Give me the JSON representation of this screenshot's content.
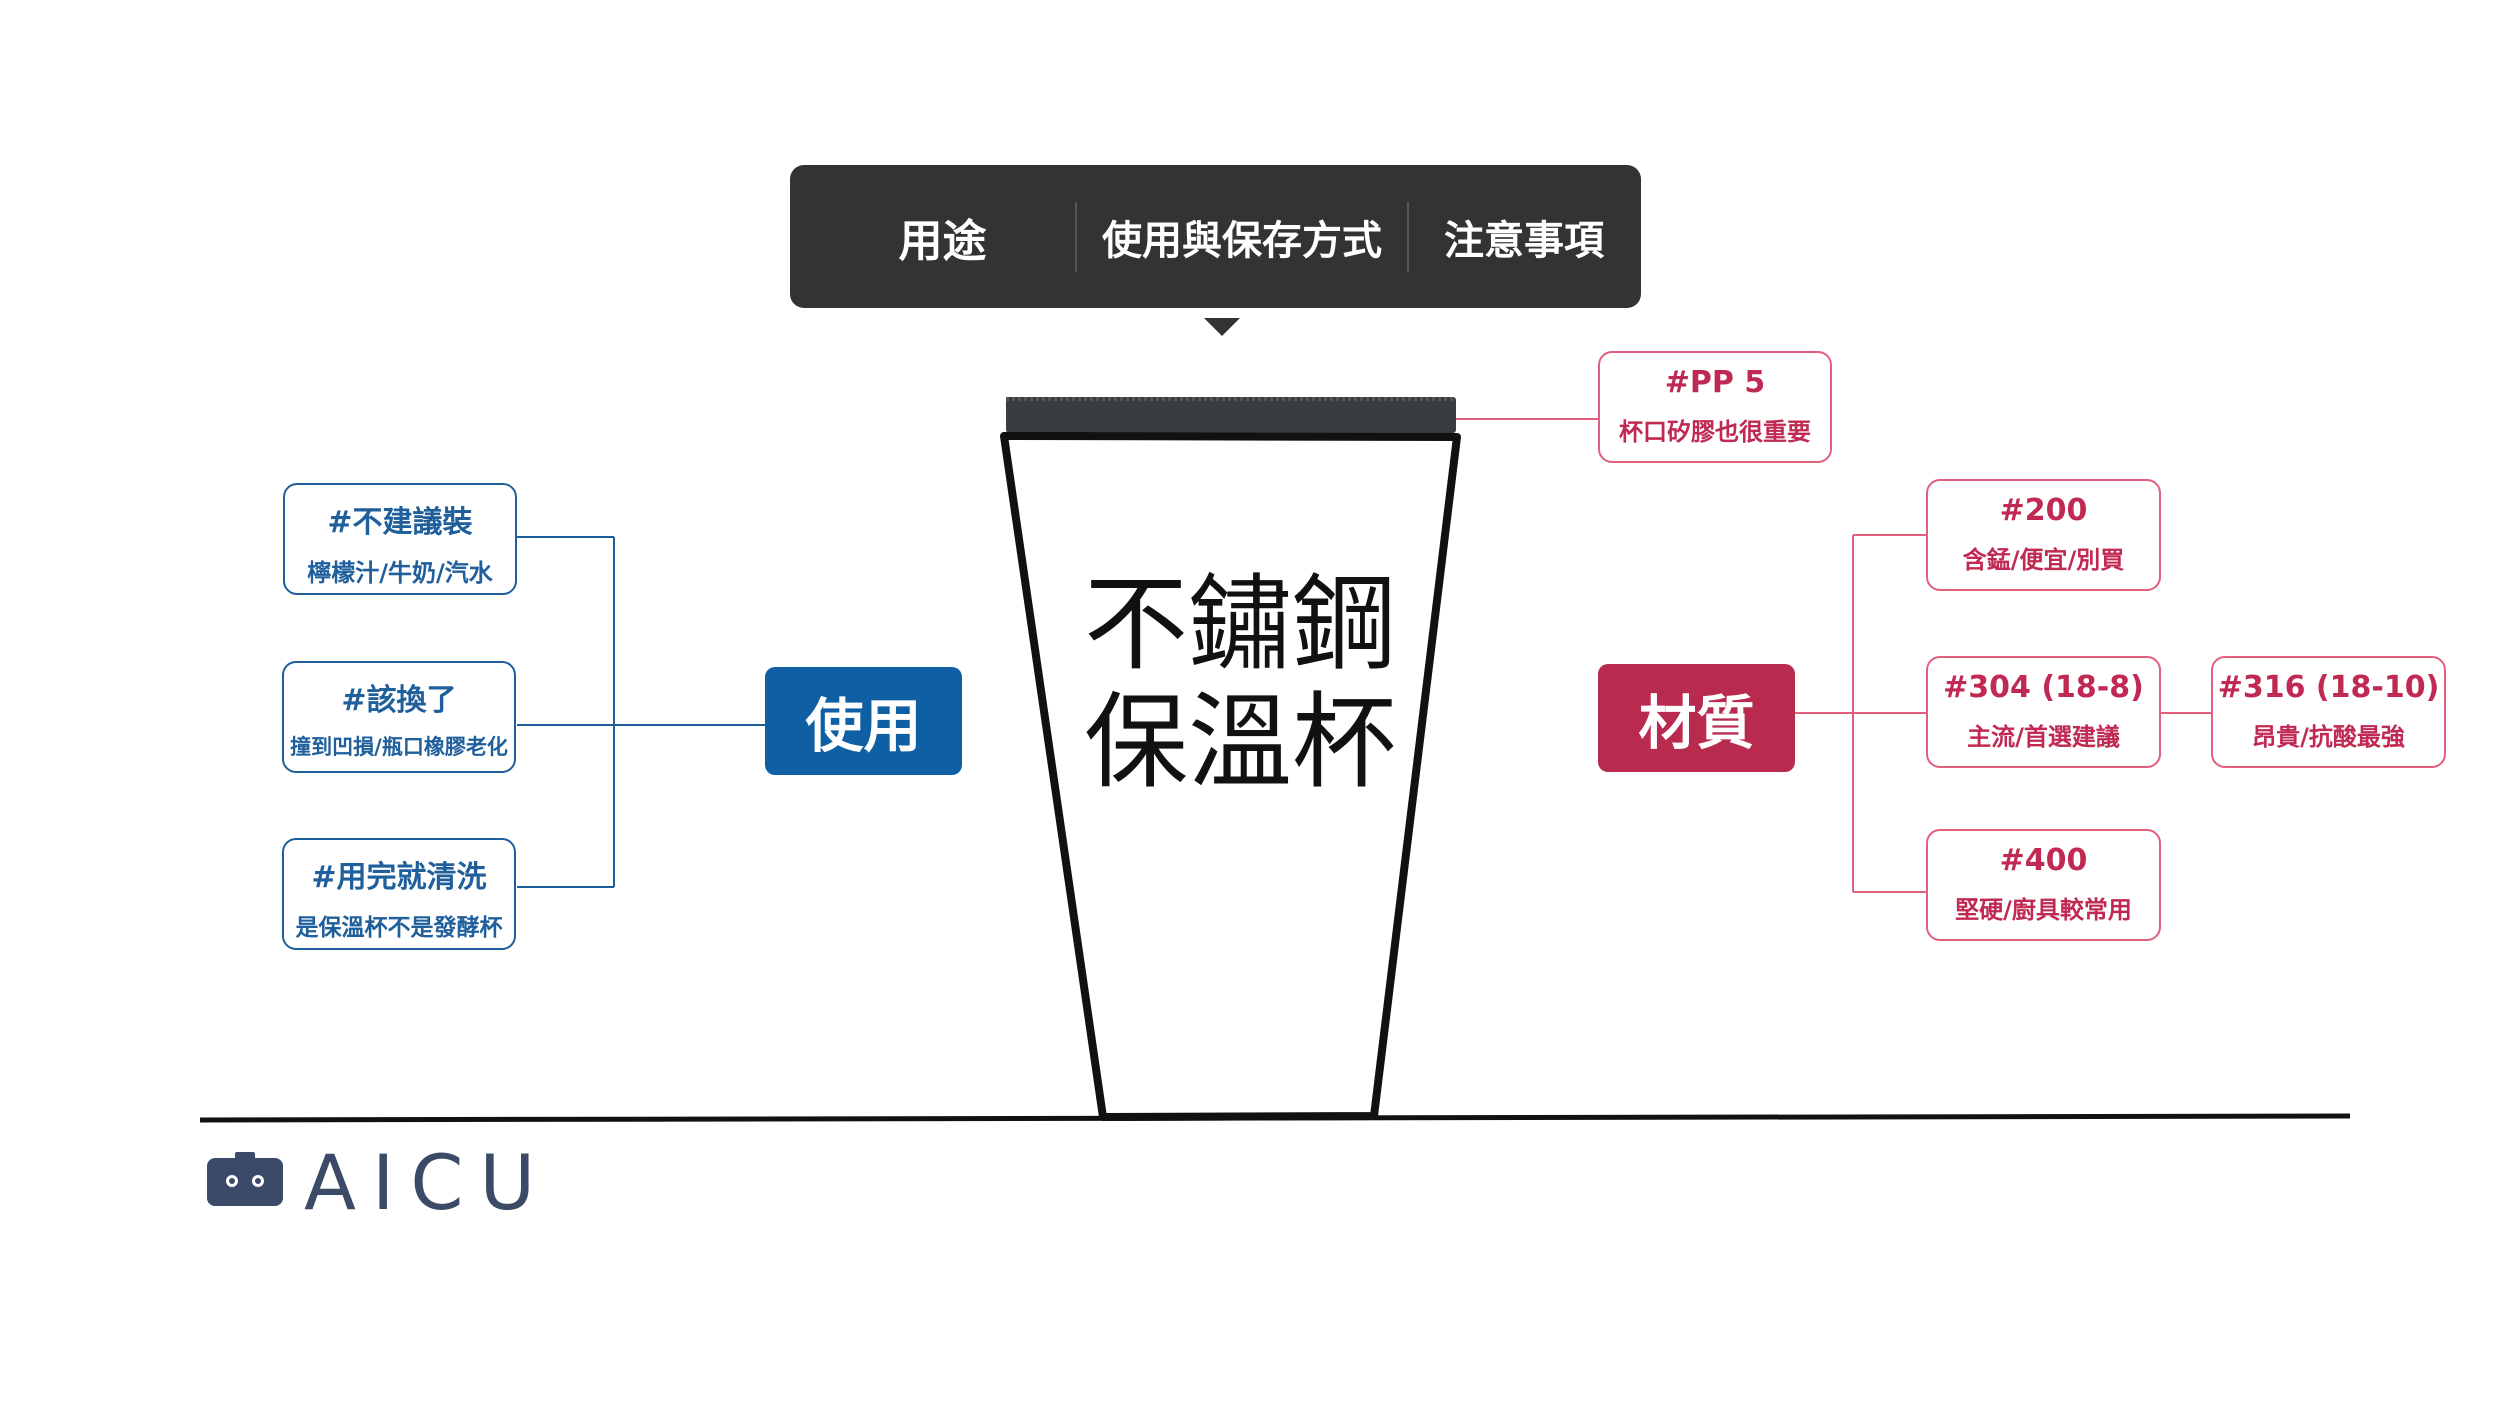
{
  "tabs": [
    "用途",
    "使用與保存方式",
    "注意事項"
  ],
  "cup": {
    "title_line1": "不鏽鋼",
    "title_line2": "保溫杯"
  },
  "usage": {
    "hub": "使用",
    "nodes": [
      {
        "tag": "#不建議裝",
        "desc": "檸檬汁/牛奶/汽水"
      },
      {
        "tag": "#該換了",
        "desc": "撞到凹損/瓶口橡膠老化"
      },
      {
        "tag": "#用完就清洗",
        "desc": "是保溫杯不是發酵杯"
      }
    ]
  },
  "material": {
    "hub": "材質",
    "lid": {
      "tag": "#PP 5",
      "desc": "杯口矽膠也很重要"
    },
    "nodes": [
      {
        "tag": "#200",
        "desc": "含錳/便宜/別買"
      },
      {
        "tag": "#304 (18-8)",
        "desc": "主流/首選建議"
      },
      {
        "tag": "#400",
        "desc": "堅硬/廚具較常用"
      }
    ],
    "upgrade": {
      "tag": "#316 (18-10)",
      "desc": "昂貴/抗酸最強"
    }
  },
  "brand": {
    "logo": "AICU"
  },
  "colors": {
    "tab_bg": "#333333",
    "usage_blue": "#0f5fa5",
    "usage_border": "#1f5f9b",
    "material_red": "#b92a4f",
    "material_border": "#e0607e",
    "brand_navy": "#3b4a67"
  }
}
